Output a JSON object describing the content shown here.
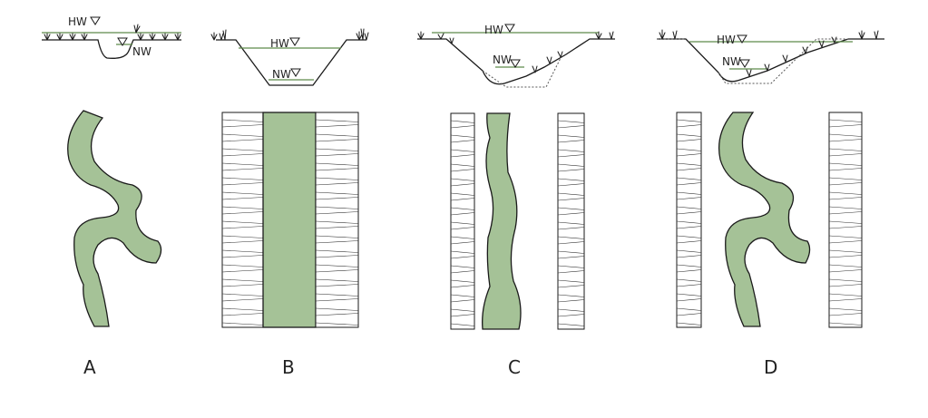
{
  "labels": {
    "hw": "HW",
    "nw": "NW"
  },
  "panels": [
    {
      "id": "A",
      "label": "A"
    },
    {
      "id": "B",
      "label": "B"
    },
    {
      "id": "C",
      "label": "C"
    },
    {
      "id": "D",
      "label": "D"
    }
  ],
  "colors": {
    "river_fill": "#a5c297",
    "water_line": "#5e8a4a",
    "outline": "#1a1a1a"
  }
}
